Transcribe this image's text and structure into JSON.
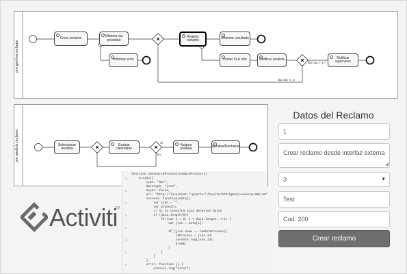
{
  "diagram1": {
    "lane_label": "pro gestion reclamo",
    "tasks": [
      "Crear reclamo",
      "Obtener sla prioridad",
      "Informar error",
      "Analisis reclamo",
      "Informar resultado",
      "contar SLA roto",
      "Notificar analista",
      "Notificar supervisor"
    ],
    "edge_labels": [
      "sla roto > 3 ?",
      "sla roto <= 3"
    ]
  },
  "diagram2": {
    "lane_label": "pro analisis reclamo",
    "tasks": [
      "Seleccionar analista",
      "Evaluar calendario",
      "Asignar analista",
      "Aprobar/Rechazar"
    ],
    "edge_labels": [
      "Si",
      "No"
    ]
  },
  "form": {
    "title": "Datos del Reclamo",
    "field1_value": "1",
    "field2_value": "Crear reclamo desde interfaz externa",
    "select_value": "3",
    "field4_value": "Test",
    "field5_value": "Cod. 200",
    "submit_label": "Crear reclamo"
  },
  "code_lines": [
    "function obtenerIdProcess(nombreProceso){",
    "    $.ajax({",
    "        type: \"GET\",",
    "        dataType: \"json\",",
    "        async: false,",
    "        url: \"http://localhost:\"+puerto+\"/bonita/API/bpm/process?p=0&c=10\",",
    "        success: function(data){",
    "            var json = \"\";",
    "            var producto;",
    "            // si la consulta ajax devuelve datos",
    "            if (data.length>0){",
    "                for(var i = 0; i < data.length; ++i) {",
    "                    var json = data[i];",
    "",
    "                    if (json.name == nombreProceso){",
    "                        idProceso = json.id;",
    "                        console.log(json.id);",
    "                        break;",
    "                    }",
    "                }",
    "            }",
    "        },",
    "        error: function () {",
    "            console.log(\"error\")"
  ],
  "logo": {
    "text": "Activiti",
    "tm": "TM"
  }
}
